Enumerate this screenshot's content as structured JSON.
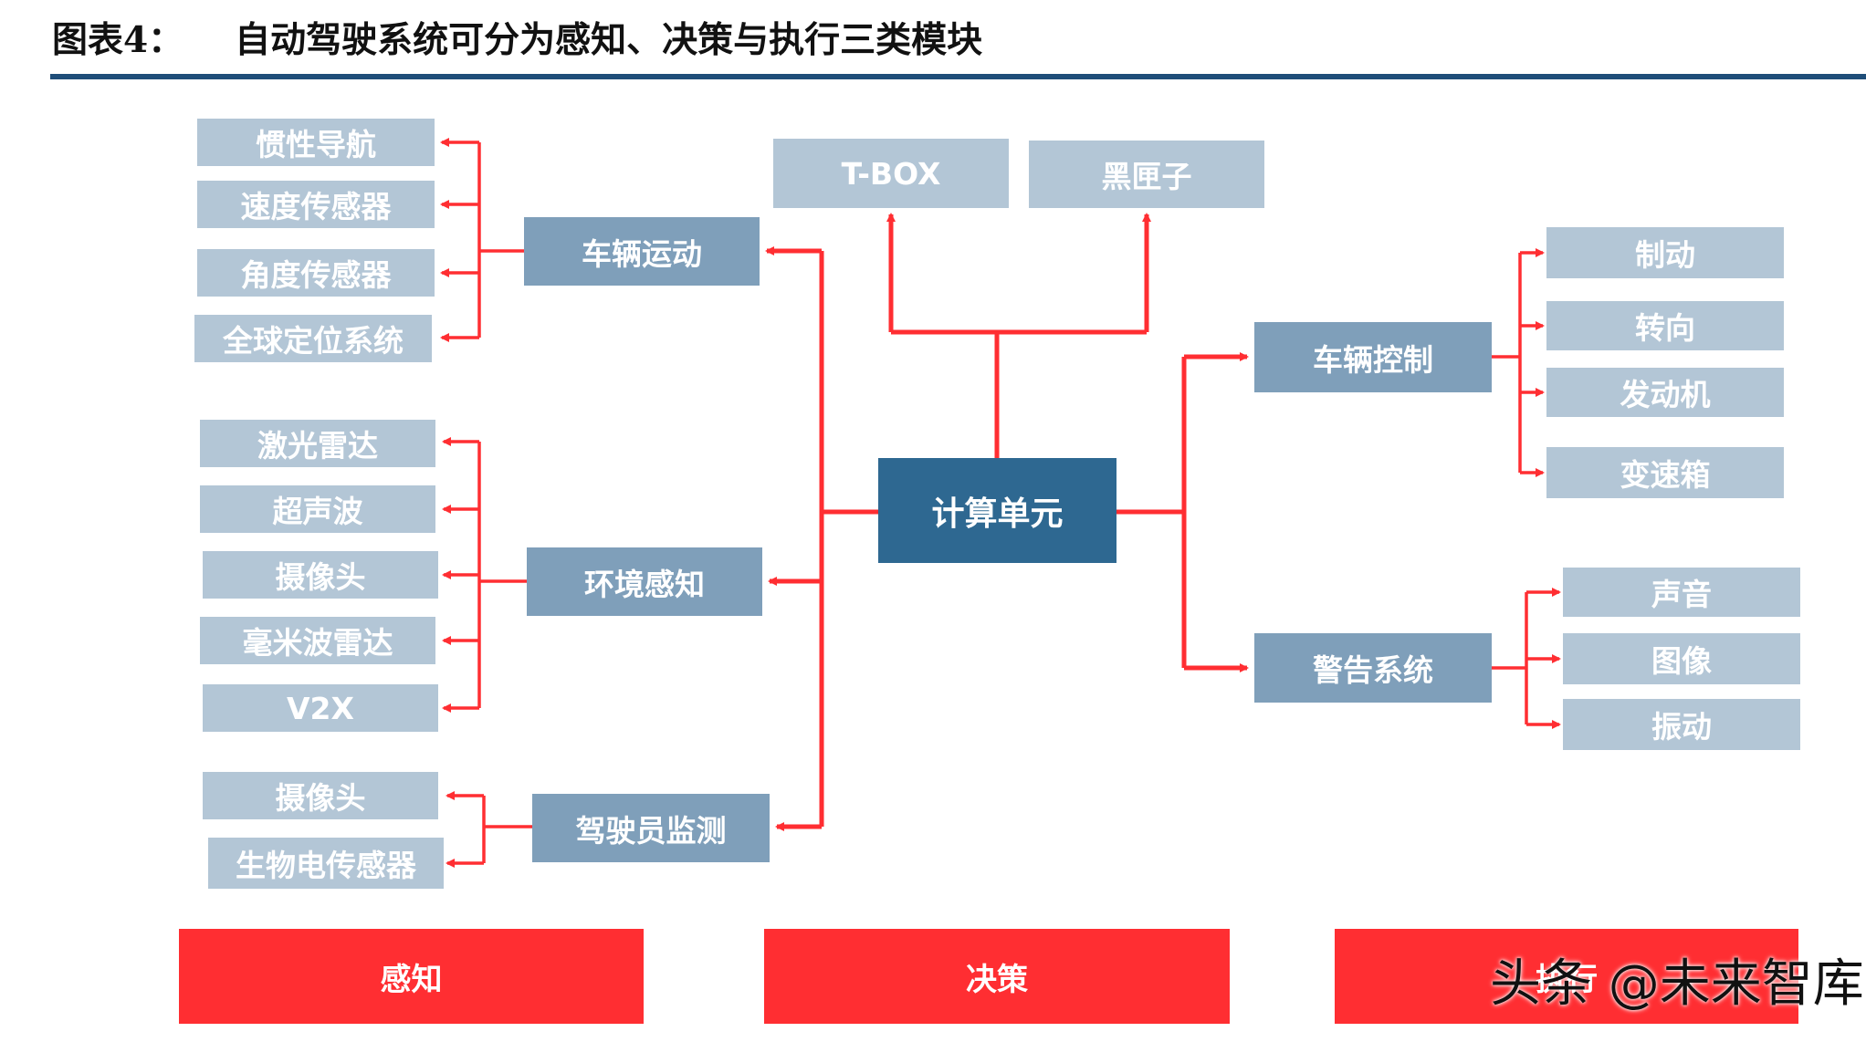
{
  "header": {
    "figure_label": "图表4：",
    "title": "自动驾驶系统可分为感知、决策与执行三类模块"
  },
  "perception": {
    "vehicle_motion": {
      "label": "车辆运动",
      "items": [
        "惯性导航",
        "速度传感器",
        "角度传感器",
        "全球定位系统"
      ]
    },
    "environment": {
      "label": "环境感知",
      "items": [
        "激光雷达",
        "超声波",
        "摄像头",
        "毫米波雷达",
        "V2X"
      ]
    },
    "driver_monitor": {
      "label": "驾驶员监测",
      "items": [
        "摄像头",
        "生物电传感器"
      ]
    }
  },
  "decision": {
    "core": "计算单元",
    "outputs": [
      "T-BOX",
      "黑匣子"
    ]
  },
  "execution": {
    "vehicle_control": {
      "label": "车辆控制",
      "items": [
        "制动",
        "转向",
        "发动机",
        "变速箱"
      ]
    },
    "warning": {
      "label": "警告系统",
      "items": [
        "声音",
        "图像",
        "振动"
      ]
    }
  },
  "footer": {
    "bars": [
      "感知",
      "决策",
      "执行"
    ]
  },
  "watermark": "头条 @未来智库",
  "colors": {
    "leaf": "#b3c6d6",
    "hub": "#7f9fba",
    "core": "#2e6891",
    "arrow": "#ff2e32",
    "bar": "#ff2e32",
    "rule": "#1f4e79"
  }
}
